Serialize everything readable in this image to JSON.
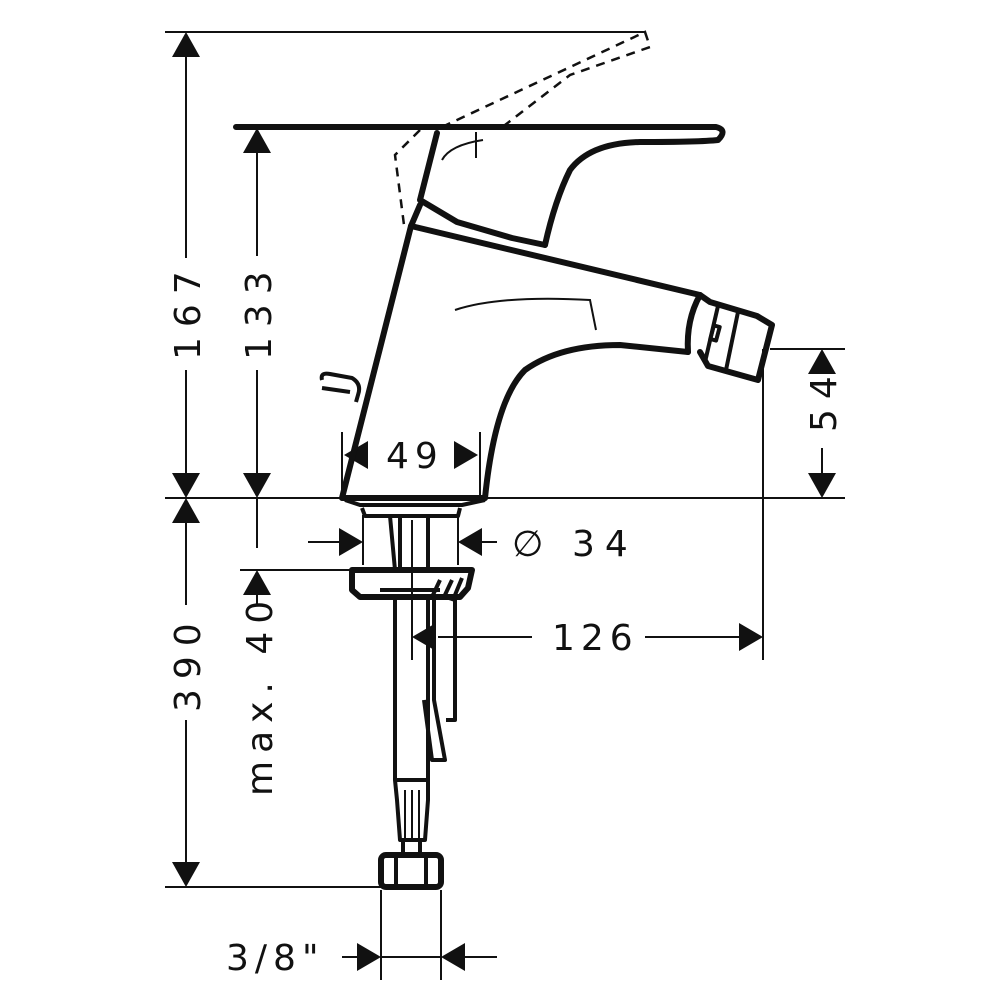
{
  "drawing": {
    "subject": "Single lever bidet mixer - dimensional drawing",
    "line_color": "#111111",
    "background": "#ffffff"
  },
  "dimensions": {
    "total_height_lever_open": "167",
    "spout_top_height": "133",
    "outlet_height": "54",
    "base_width": "49",
    "shank_diameter_symbol": "∅",
    "shank_diameter": "34",
    "projection": "126",
    "below_deck_length": "390",
    "max_deck_thickness": "max. 40",
    "connection_size": "3/8\""
  }
}
